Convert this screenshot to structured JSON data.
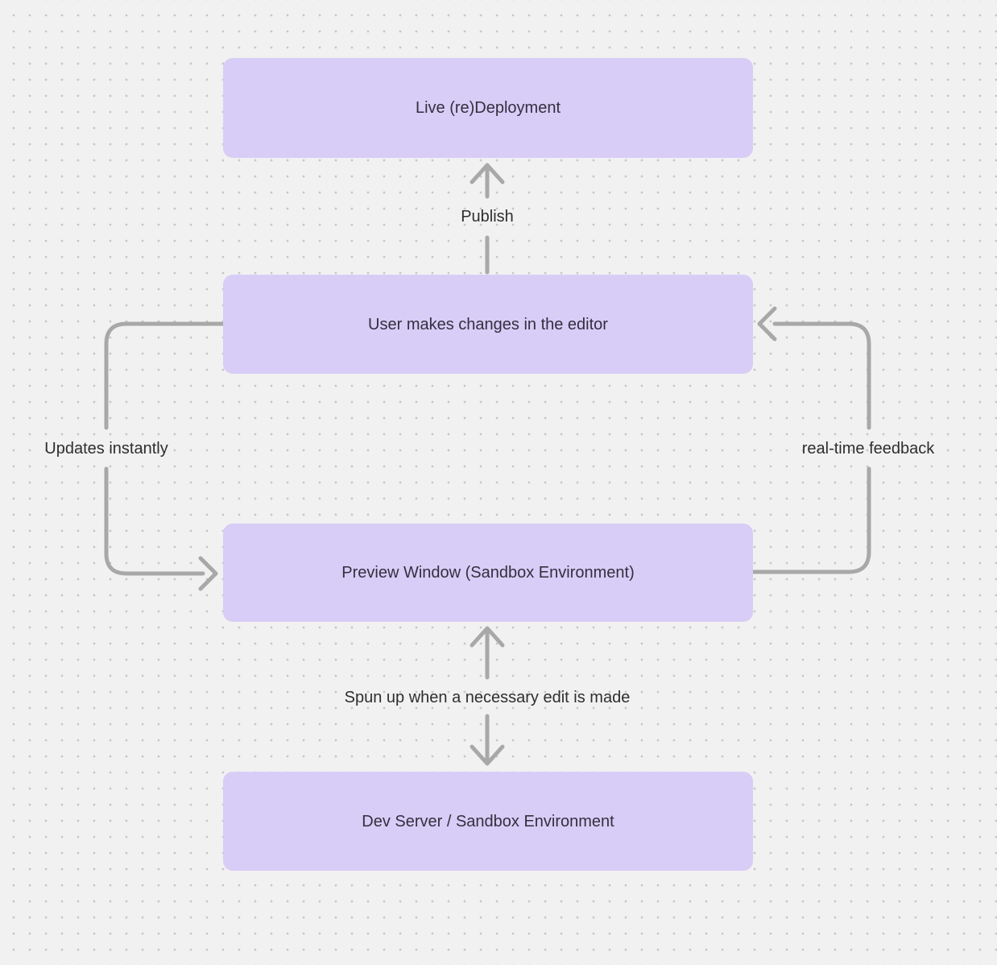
{
  "canvas": {
    "background_color": "#f2f1f1",
    "dot_color": "#c7c6c6",
    "node_fill_color": "#d8cdf7",
    "arrow_color": "#a8a8a8",
    "text_color": "#342f3e"
  },
  "nodes": [
    {
      "id": "live-redeployment",
      "label": "Live (re)Deployment"
    },
    {
      "id": "user-editor",
      "label": "User makes changes in the editor"
    },
    {
      "id": "preview-window",
      "label": "Preview Window (Sandbox Environment)"
    },
    {
      "id": "dev-server",
      "label": "Dev Server / Sandbox Environment"
    }
  ],
  "edges": [
    {
      "id": "publish",
      "label": "Publish",
      "from": "user-editor",
      "to": "live-redeployment"
    },
    {
      "id": "updates-instantly",
      "label": "Updates instantly",
      "from": "user-editor",
      "to": "preview-window"
    },
    {
      "id": "real-time-feedback",
      "label": "real-time feedback",
      "from": "preview-window",
      "to": "user-editor"
    },
    {
      "id": "spun-up",
      "label": "Spun up when a necessary edit is made",
      "from": "dev-server",
      "to": "preview-window"
    }
  ]
}
